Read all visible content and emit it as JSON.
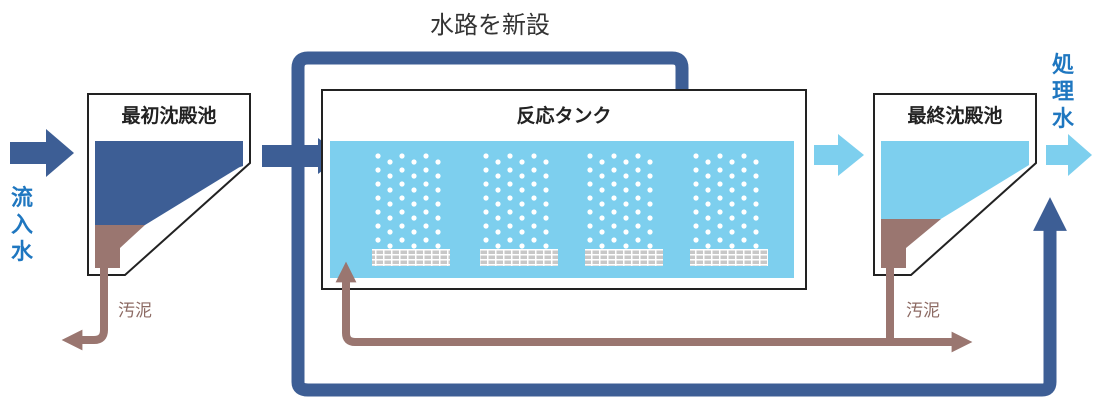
{
  "title": "水路を新設",
  "tanks": {
    "primary": "最初沈殿池",
    "reaction": "反応タンク",
    "final": "最終沈殿池"
  },
  "inflow": {
    "chars": [
      "流",
      "入",
      "水"
    ]
  },
  "outflow": {
    "chars": [
      "処",
      "理",
      "水"
    ]
  },
  "sludge": {
    "left": "汚泥",
    "right": "汚泥"
  },
  "colors": {
    "dark_blue": "#3d5e95",
    "water_light": "#7dcfee",
    "sludge_brown": "#9a7670",
    "text_blue": "#1f77c0",
    "outline": "#222222"
  }
}
